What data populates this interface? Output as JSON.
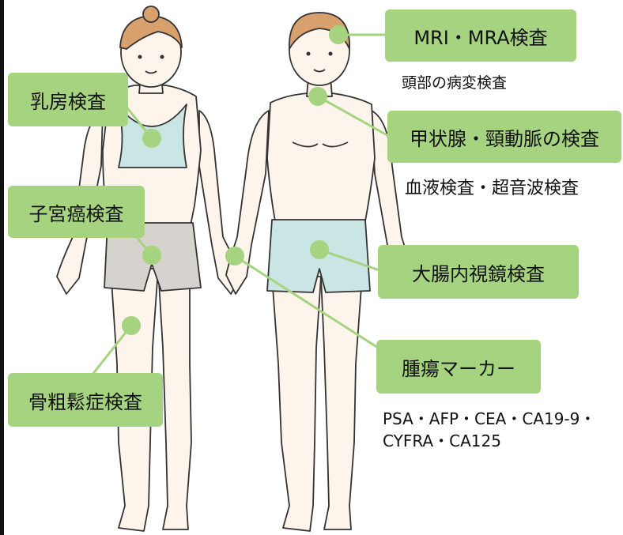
{
  "labels": {
    "mri": "MRI・MRA検査",
    "breast": "乳房検査",
    "thyroid": "甲状腺・頸動脈の検査",
    "uterus": "子宮癌検査",
    "colon": "大腸内視鏡検査",
    "tumor": "腫瘍マーカー",
    "bone": "骨粗鬆症検査"
  },
  "notes": {
    "mri": "頭部の病変検査",
    "thyroid": "血液検査・超音波検査",
    "tumor_line1": "PSA・AFP・CEA・CA19-9・",
    "tumor_line2": "CYFRA・CA125"
  },
  "colors": {
    "label_bg": "#a5d37f",
    "leader": "#a5d37f",
    "top_fill": "#c9e6e4",
    "shorts_female": "#d6d2ce",
    "shorts_male": "#c9e6e4",
    "skin": "#fdf5ec",
    "hair": "#d7a06c",
    "outline": "#333333"
  }
}
